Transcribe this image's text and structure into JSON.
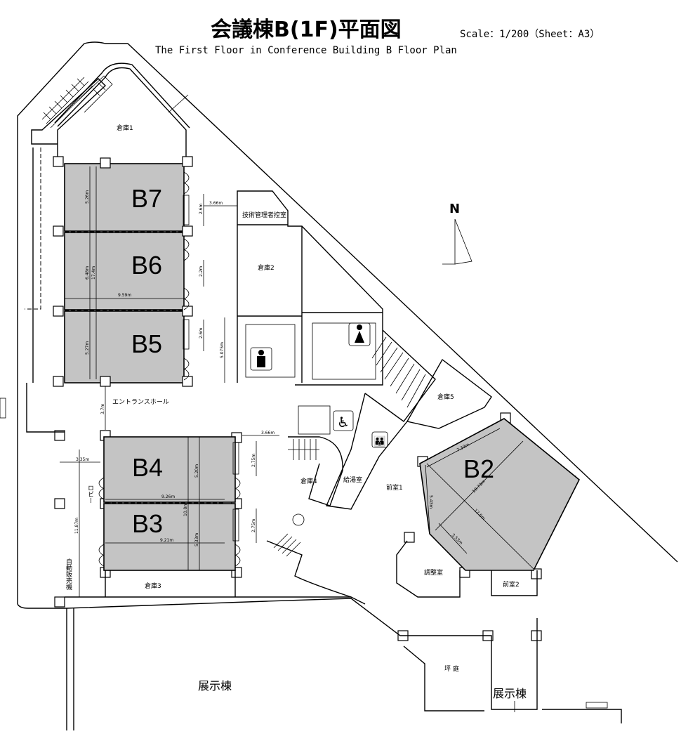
{
  "header": {
    "title": "会議棟B(1F)平面図",
    "scale": "Scale：1/200（Sheet：A3）",
    "subtitle": "The First Floor in Conference Building B Floor Plan"
  },
  "north": "N",
  "rooms": {
    "b7": "B7",
    "b6": "B6",
    "b5": "B5",
    "b4": "B4",
    "b3": "B3",
    "b2": "B2"
  },
  "labels": {
    "storage1": "倉庫1",
    "tech_control": "技術管理者控室",
    "storage2": "倉庫2",
    "entrance_hall": "エントランスホール",
    "storage5": "倉庫5",
    "anteroom1": "前室1",
    "control_room": "調整室",
    "anteroom2": "前室2",
    "storage3": "倉庫3",
    "storage4": "倉庫4",
    "kitchenette": "給湯室",
    "lobby": "ロビー",
    "vending": "自動販売機",
    "courtyard": "坪 庭",
    "exhibition_left": "展示棟",
    "exhibition_right": "展示棟"
  },
  "dimensions": {
    "b7_h": "5.26m",
    "b6_h": "6.48m",
    "b567_total": "17.4m",
    "b5_h": "5.27m",
    "b567_w": "9.59m",
    "corridor_top": "3.66m",
    "door_b7": "2.6m",
    "door_b6": "2.2m",
    "door_b5": "2.6m",
    "wc_h": "5.075m",
    "hall_gap": "3.7m",
    "corridor_b4": "3.66m",
    "lobby_w": "3.35m",
    "lobby_h": "11.87m",
    "door_b4": "2.75m",
    "door_b3": "2.75m",
    "b4_h": "5.20m",
    "b4_w": "9.26m",
    "b34_total": "10.8m",
    "b3_w": "9.21m",
    "b3_h": "5.33m",
    "b2_top": "7.33m",
    "b2_mid": "10.73m",
    "b2_left": "5.43m",
    "b2_diag": "12.6m",
    "b2_short": "3.53m"
  },
  "colors": {
    "room_fill": "#c4c4c4",
    "line": "#000000"
  }
}
